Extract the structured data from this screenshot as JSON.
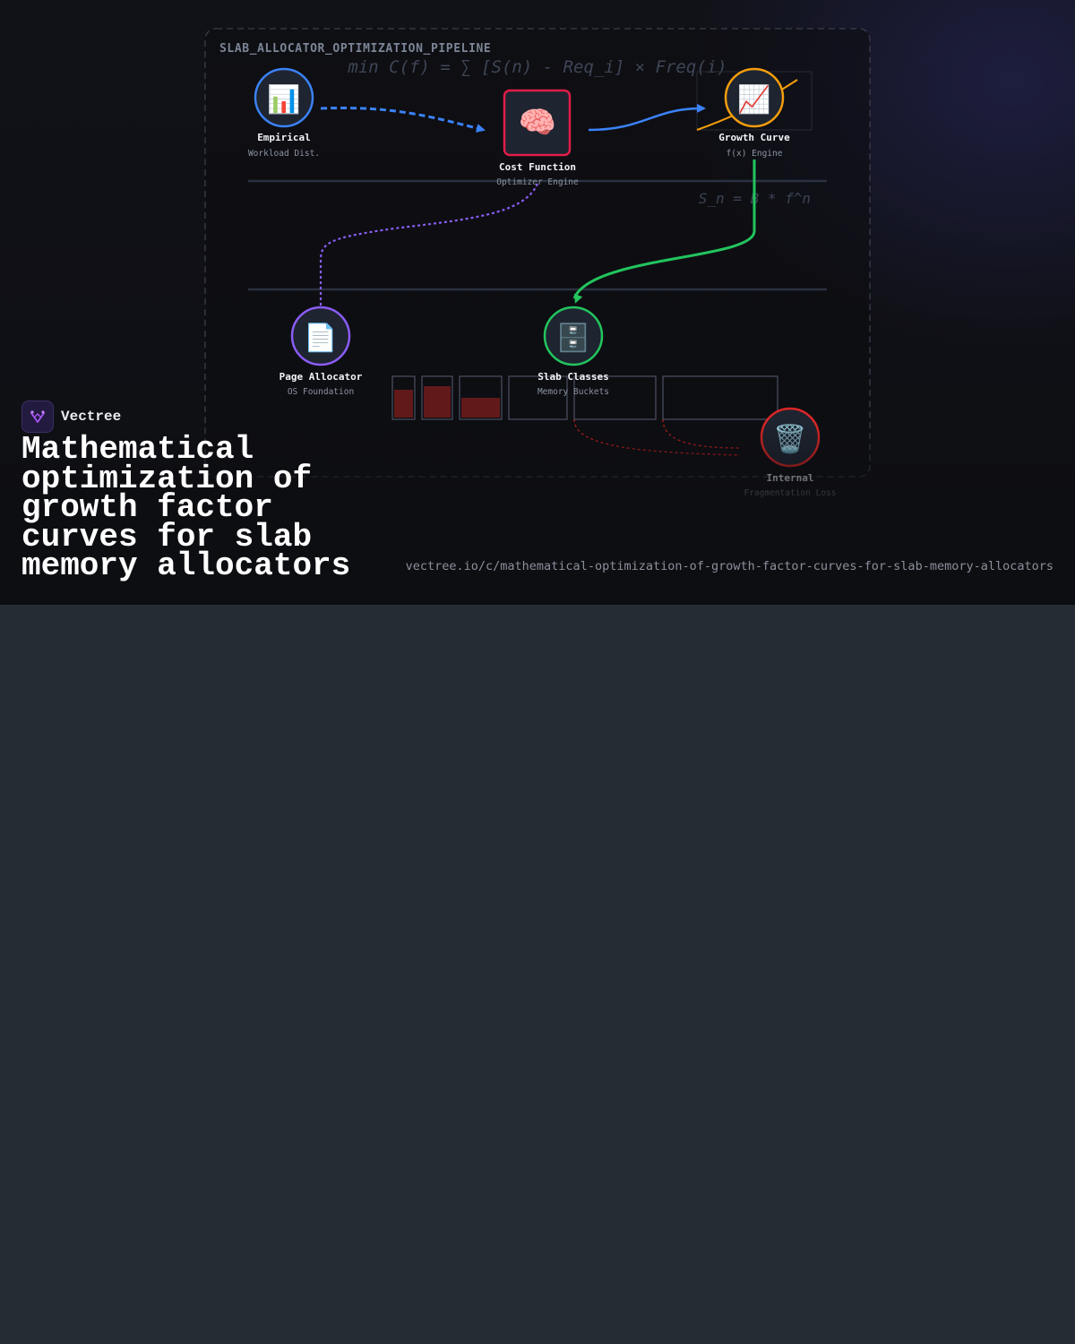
{
  "diagram": {
    "title": "SLAB_ALLOCATOR_OPTIMIZATION_PIPELINE",
    "formula_main": "min C(f) = ∑ [S(n) - Req_i] × Freq(i)",
    "formula_growth": "S_n = B * f^n",
    "nodes": {
      "empirical": {
        "icon": "bar-chart-icon",
        "glyph": "📊",
        "label": "Empirical",
        "sub": "Workload Dist.",
        "color": "#3b82f6"
      },
      "cost": {
        "icon": "brain-icon",
        "glyph": "🧠",
        "label": "Cost Function",
        "sub": "Optimizer Engine",
        "color": "#e11d48"
      },
      "growth": {
        "icon": "chart-increasing-icon",
        "glyph": "📈",
        "label": "Growth Curve",
        "sub": "f(x) Engine",
        "color": "#f59e0b"
      },
      "page": {
        "icon": "document-icon",
        "glyph": "📄",
        "label": "Page Allocator",
        "sub": "OS Foundation",
        "color": "#8b5cf6"
      },
      "slab": {
        "icon": "file-cabinet-icon",
        "glyph": "🗄️",
        "label": "Slab Classes",
        "sub": "Memory Buckets",
        "color": "#22c55e"
      },
      "frag": {
        "icon": "wastebasket-icon",
        "glyph": "🗑️",
        "label": "Internal",
        "sub": "Fragmentation Loss",
        "color": "#dc2626"
      }
    },
    "edge_colors": {
      "empirical_to_cost": "#3b82f6",
      "cost_to_growth": "#3b82f6",
      "cost_to_page": "#8b5cf6",
      "growth_to_slab": "#22c55e",
      "buckets_to_frag": "#b91c1c"
    }
  },
  "brand": {
    "name": "Vectree",
    "accent": "#a855f7"
  },
  "title": "Mathematical optimization of growth factor curves for slab memory allocators",
  "url": "vectree.io/c/mathematical-optimization-of-growth-factor-curves-for-slab-memory-allocators"
}
